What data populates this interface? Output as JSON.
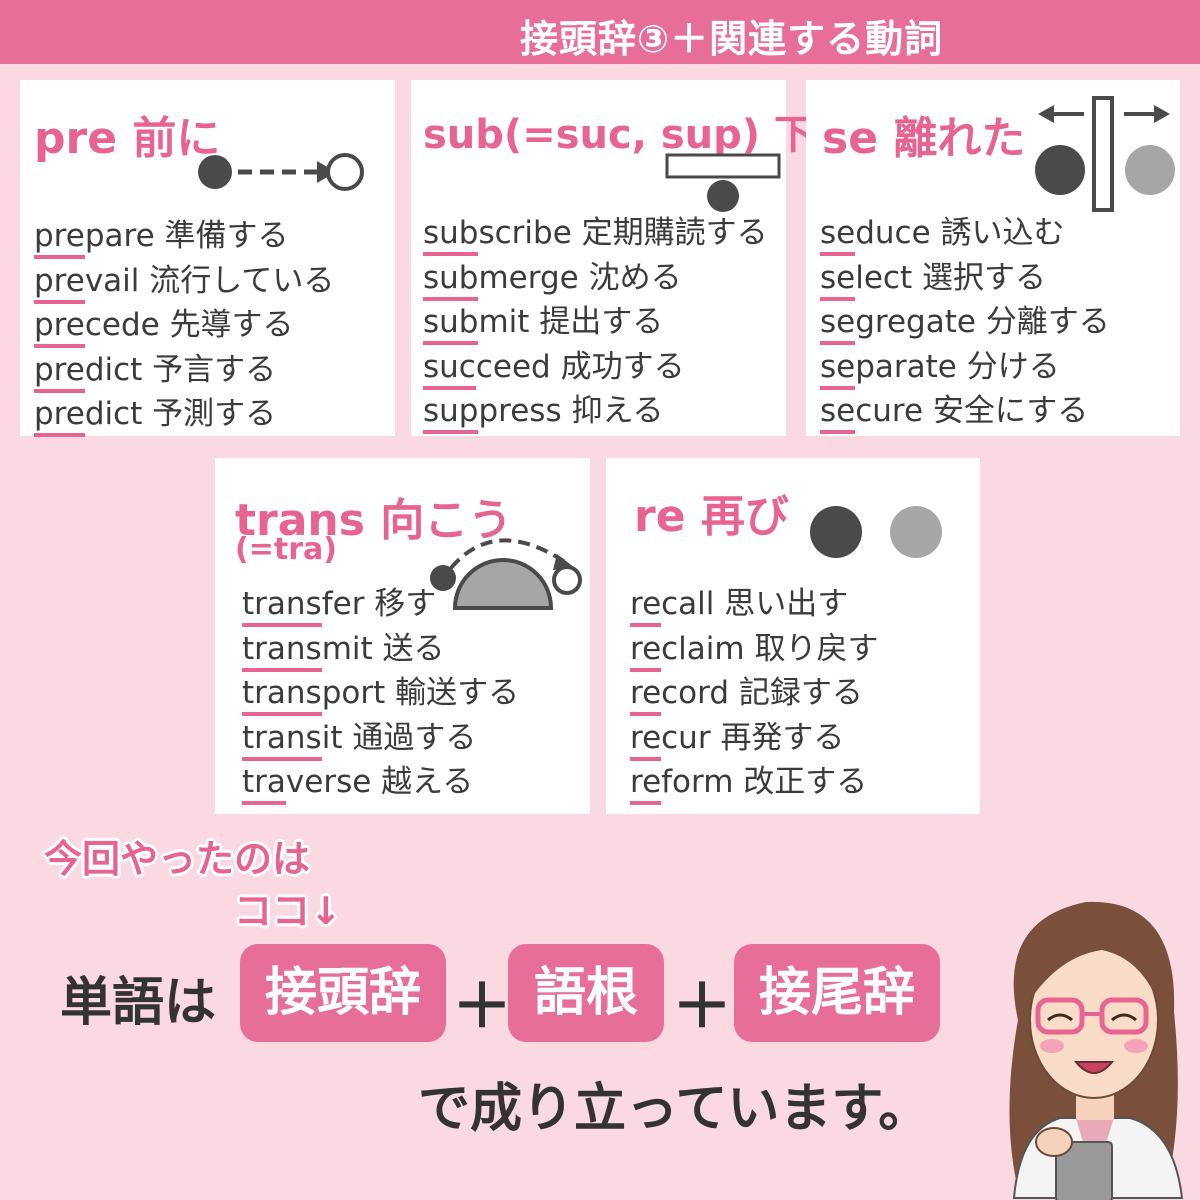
{
  "header": {
    "title": "接頭辞③＋関連する動詞"
  },
  "cards": [
    {
      "title": "pre 前に",
      "subtitle": "",
      "words": [
        {
          "prefix": "pre",
          "rest": "pare",
          "meaning": "準備する"
        },
        {
          "prefix": "pre",
          "rest": "vail",
          "meaning": "流行している"
        },
        {
          "prefix": "pre",
          "rest": "cede",
          "meaning": "先導する"
        },
        {
          "prefix": "pre",
          "rest": "dict",
          "meaning": "予言する"
        },
        {
          "prefix": "pre",
          "rest": "dict",
          "meaning": "予測する"
        }
      ]
    },
    {
      "title": "sub(=suc, sup) 下",
      "subtitle": "",
      "words": [
        {
          "prefix": "sub",
          "rest": "scribe",
          "meaning": "定期購読する"
        },
        {
          "prefix": "sub",
          "rest": "merge",
          "meaning": "沈める"
        },
        {
          "prefix": "sub",
          "rest": "mit",
          "meaning": "提出する"
        },
        {
          "prefix": "suc",
          "rest": "ceed",
          "meaning": "成功する"
        },
        {
          "prefix": "sup",
          "rest": "press",
          "meaning": "抑える"
        }
      ]
    },
    {
      "title": "se 離れた",
      "subtitle": "",
      "words": [
        {
          "prefix": "se",
          "rest": "duce",
          "meaning": "誘い込む"
        },
        {
          "prefix": "se",
          "rest": "lect",
          "meaning": "選択する"
        },
        {
          "prefix": "se",
          "rest": "gregate",
          "meaning": "分離する"
        },
        {
          "prefix": "se",
          "rest": "parate",
          "meaning": "分ける"
        },
        {
          "prefix": "se",
          "rest": "cure",
          "meaning": "安全にする"
        }
      ]
    },
    {
      "title": "trans 向こう",
      "subtitle": "(=tra)",
      "words": [
        {
          "prefix": "trans",
          "rest": "fer",
          "meaning": "移す"
        },
        {
          "prefix": "trans",
          "rest": "mit",
          "meaning": "送る"
        },
        {
          "prefix": "trans",
          "rest": "port",
          "meaning": "輸送する"
        },
        {
          "prefix": "trans",
          "rest": "it",
          "meaning": "通過する"
        },
        {
          "prefix": "tra",
          "rest": "verse",
          "meaning": "越える"
        }
      ]
    },
    {
      "title": "re 再び",
      "subtitle": "",
      "words": [
        {
          "prefix": "re",
          "rest": "call",
          "meaning": "思い出す"
        },
        {
          "prefix": "re",
          "rest": "claim",
          "meaning": "取り戻す"
        },
        {
          "prefix": "re",
          "rest": "cord",
          "meaning": "記録する"
        },
        {
          "prefix": "re",
          "rest": "cur",
          "meaning": "再発する"
        },
        {
          "prefix": "re",
          "rest": "form",
          "meaning": "改正する"
        }
      ]
    }
  ],
  "bottom": {
    "note_line1": "今回やったのは",
    "note_line2": "ココ↓",
    "lead": "単語は",
    "parts": [
      "接頭辞",
      "語根",
      "接尾辞"
    ],
    "plus": "＋",
    "closing": "で成り立っています。"
  },
  "colors": {
    "accent": "#e66392",
    "header_bg": "#e76e98",
    "page_bg": "#fbd9e3",
    "dot_dark": "#4a4a4a",
    "dot_light": "#a6a6a6"
  }
}
